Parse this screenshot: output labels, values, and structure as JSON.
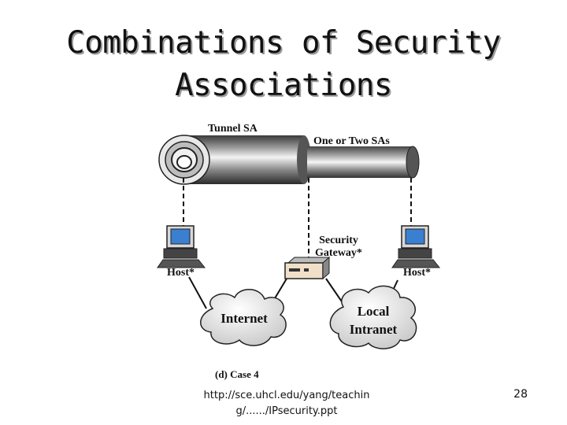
{
  "slide": {
    "title_line1": "Combinations of Security",
    "title_line2": "Associations",
    "footer_url": "http://sce.uhcl.edu/yang/teaching/....../IPsecurity.ppt",
    "page_number": "28"
  },
  "diagram": {
    "tunnel_label": "Tunnel SA",
    "inner_label": "One or Two SAs",
    "gateway_label_line1": "Security",
    "gateway_label_line2": "Gateway*",
    "host_left_label": "Host*",
    "host_right_label": "Host*",
    "cloud_internet_label": "Internet",
    "cloud_intranet_line1": "Local",
    "cloud_intranet_line2": "Intranet",
    "caption": "(d) Case 4"
  },
  "colors": {
    "monitor_screen": "#3a7fd0",
    "gateway_panel": "#f0e0c8"
  }
}
